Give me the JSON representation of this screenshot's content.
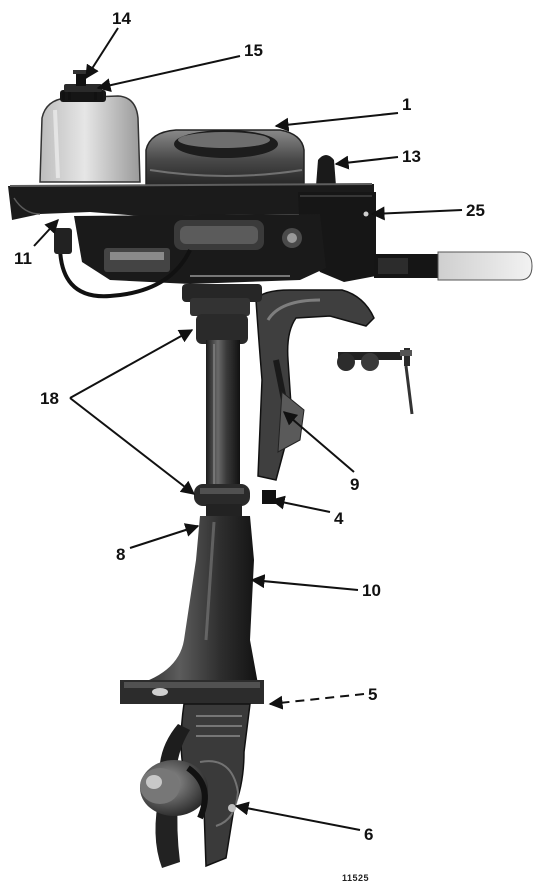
{
  "figure": {
    "figure_number": "11525",
    "callouts": [
      {
        "id": "c1",
        "label": "1"
      },
      {
        "id": "c4",
        "label": "4"
      },
      {
        "id": "c5",
        "label": "5"
      },
      {
        "id": "c6",
        "label": "6"
      },
      {
        "id": "c8",
        "label": "8"
      },
      {
        "id": "c9",
        "label": "9"
      },
      {
        "id": "c10",
        "label": "10"
      },
      {
        "id": "c11",
        "label": "11"
      },
      {
        "id": "c13",
        "label": "13"
      },
      {
        "id": "c14",
        "label": "14"
      },
      {
        "id": "c15",
        "label": "15"
      },
      {
        "id": "c18",
        "label": "18"
      },
      {
        "id": "c25",
        "label": "25"
      }
    ]
  }
}
